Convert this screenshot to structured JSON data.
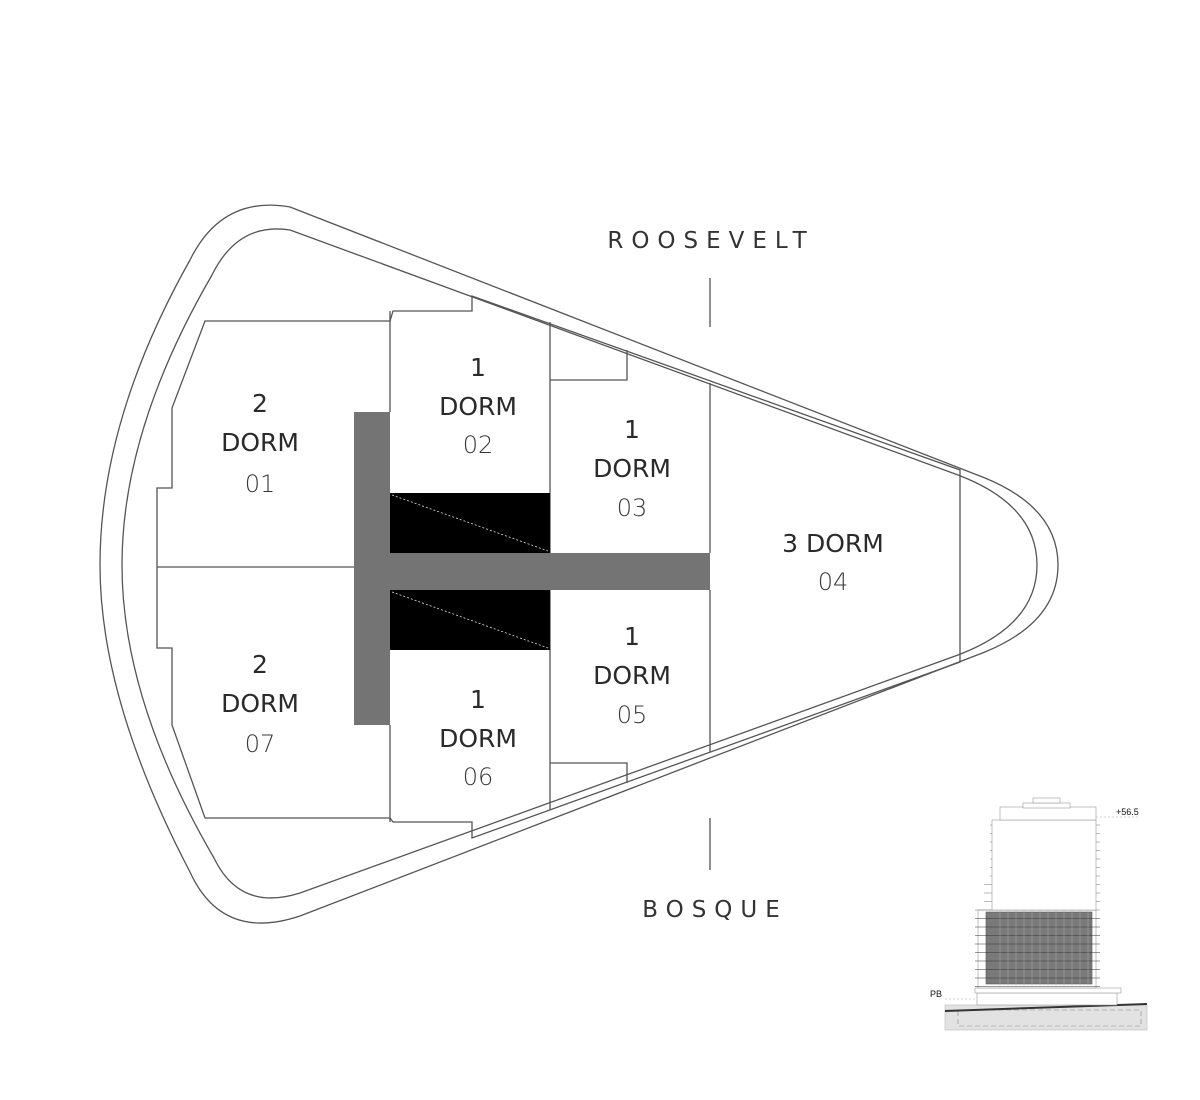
{
  "streets": {
    "north": "ROOSEVELT",
    "south": "BOSQUE"
  },
  "units": [
    {
      "id": "01",
      "line1": "2",
      "line2": "DORM",
      "number": "01"
    },
    {
      "id": "02",
      "line1": "1",
      "line2": "DORM",
      "number": "02"
    },
    {
      "id": "03",
      "line1": "1",
      "line2": "DORM",
      "number": "03"
    },
    {
      "id": "04",
      "line1": "",
      "line2": "3 DORM",
      "number": "04"
    },
    {
      "id": "05",
      "line1": "1",
      "line2": "DORM",
      "number": "05"
    },
    {
      "id": "06",
      "line1": "1",
      "line2": "DORM",
      "number": "06"
    },
    {
      "id": "07",
      "line1": "2",
      "line2": "DORM",
      "number": "07"
    }
  ],
  "elevation": {
    "top_level": "+56.5",
    "ground_level": "PB"
  },
  "colors": {
    "core": "#747474",
    "stairs": "#000000",
    "highlight_floors": "#7a7a7a"
  }
}
